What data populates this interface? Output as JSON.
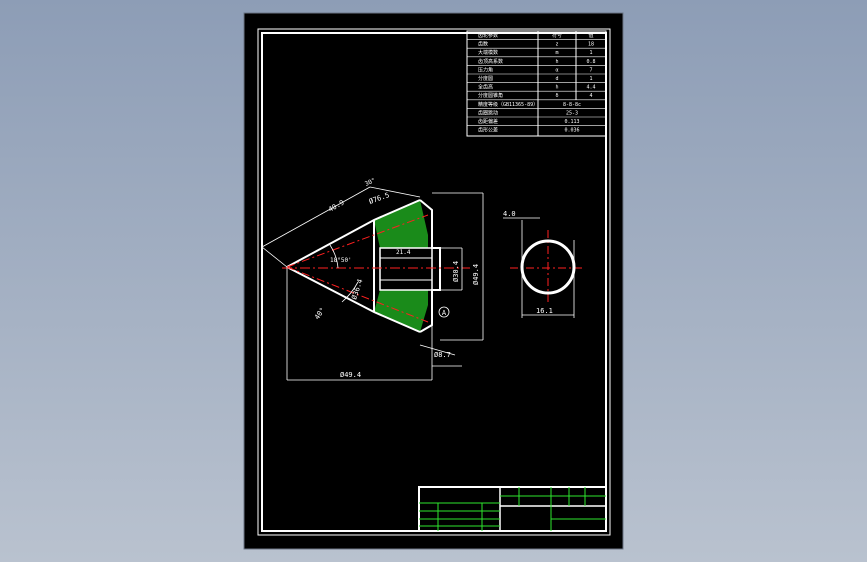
{
  "drawing": {
    "background_color": "#8d9db6",
    "sheet_color": "#000000",
    "line_color": "#ffffff",
    "center_line_color": "#ff2020",
    "hatch_color": "#1fa31f",
    "table_line_color": "#2ee62e"
  },
  "spec_table": {
    "rows": [
      {
        "label": "齿轮参数",
        "symbol": "符号",
        "value": "值"
      },
      {
        "label": "齿数",
        "symbol": "z",
        "value": "18"
      },
      {
        "label": "大端模数",
        "symbol": "m",
        "value": "1"
      },
      {
        "label": "齿顶高系数",
        "symbol": "h",
        "value": "0.8"
      },
      {
        "label": "压力角",
        "symbol": "α",
        "value": "7"
      },
      {
        "label": "分度圆",
        "symbol": "d",
        "value": "1"
      },
      {
        "label": "全齿高",
        "symbol": "h",
        "value": "4.4"
      },
      {
        "label": "分度圆锥角",
        "symbol": "δ",
        "value": "4"
      }
    ],
    "merged_rows": [
      {
        "label": "精度等级（GB11365-89）",
        "value": "8-8-8c"
      },
      {
        "label": "齿圈跳动",
        "value": "25-3"
      },
      {
        "label": "齿距偏差",
        "value": "0.113"
      },
      {
        "label": "齿形公差",
        "value": "0.036"
      }
    ]
  },
  "dimensions": {
    "slant_left": "40.9",
    "slant_top": "Ø76.5",
    "angle_top": "30°",
    "tip_angle": "18°50'",
    "height_outer": "Ø49.4",
    "height_inner": "Ø30.4",
    "bore_length": "21.4",
    "cone_dist": "Ø36.4",
    "back_angle": "40°",
    "bottom_width": "Ø49.4",
    "tooth_width": "Ø8.7",
    "datum_label": "A",
    "side_top_dim": "4.0",
    "side_bottom_dim": "16.1"
  },
  "title_block": {
    "cells": [
      "",
      "",
      "",
      "",
      "",
      ""
    ]
  }
}
